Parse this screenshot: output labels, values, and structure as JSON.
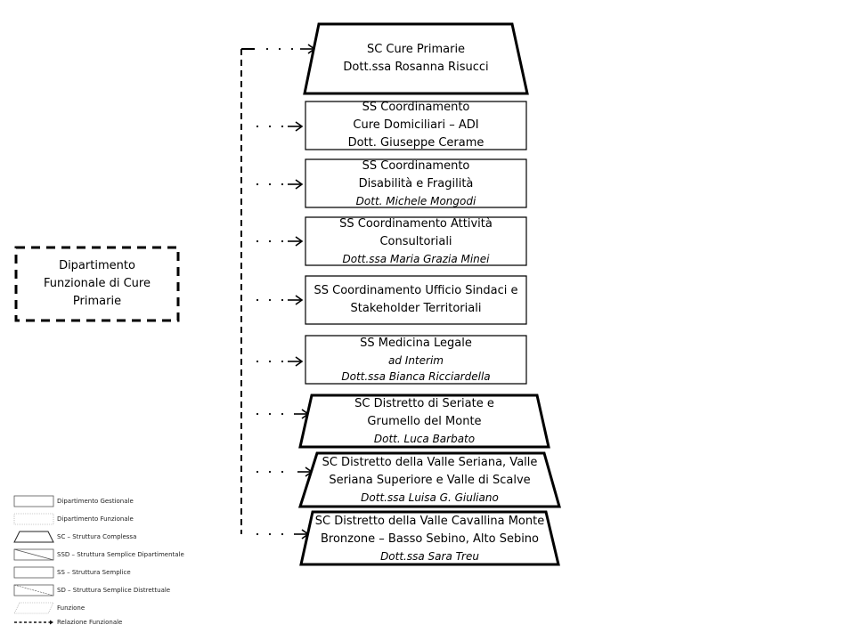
{
  "department": {
    "lines": [
      "Dipartimento",
      "Funzionale di Cure",
      "Primarie"
    ]
  },
  "nodes": [
    {
      "type": "SC",
      "lines": [
        {
          "text": "SC Cure Primarie",
          "italic": false
        },
        {
          "text": "Dott.ssa Rosanna Risucci",
          "italic": false
        }
      ]
    },
    {
      "type": "SS",
      "lines": [
        {
          "text": "SS Coordinamento",
          "italic": false
        },
        {
          "text": "Cure Domiciliari – ADI",
          "italic": false
        },
        {
          "text": "Dott.  Giuseppe Cerame",
          "italic": false
        }
      ]
    },
    {
      "type": "SS",
      "lines": [
        {
          "text": "SS Coordinamento",
          "italic": false
        },
        {
          "text": "Disabilità e Fragilità",
          "italic": false
        },
        {
          "text": "Dott. Michele Mongodi",
          "italic": true
        }
      ]
    },
    {
      "type": "SS",
      "lines": [
        {
          "text": "SS Coordinamento  Attività",
          "italic": false
        },
        {
          "text": "Consultoriali",
          "italic": false
        },
        {
          "text": "Dott.ssa Maria Grazia Minei",
          "italic": true
        }
      ]
    },
    {
      "type": "SS",
      "lines": [
        {
          "text": "SS Coordinamento  Ufficio Sindaci e",
          "italic": false
        },
        {
          "text": "Stakeholder  Territoriali",
          "italic": false
        }
      ]
    },
    {
      "type": "SS",
      "lines": [
        {
          "text": "SS Medicina Legale",
          "italic": false
        },
        {
          "text": "ad Interim",
          "italic": true
        },
        {
          "text": "Dott.ssa  Bianca Ricciardella",
          "italic": true
        }
      ]
    },
    {
      "type": "SC",
      "lines": [
        {
          "text": "SC Distretto di Seriate e",
          "italic": false
        },
        {
          "text": "Grumello del Monte",
          "italic": false
        },
        {
          "text": "Dott. Luca Barbato",
          "italic": true
        }
      ]
    },
    {
      "type": "SC",
      "lines": [
        {
          "text": "SC Distretto della Valle Seriana, Valle",
          "italic": false
        },
        {
          "text": "Seriana Superiore  e Valle di Scalve",
          "italic": false
        },
        {
          "text": "Dott.ssa Luisa G. Giuliano",
          "italic": true
        }
      ]
    },
    {
      "type": "SC",
      "lines": [
        {
          "text": "SC Distretto della Valle Cavallina Monte",
          "italic": false
        },
        {
          "text": "Bronzone  – Basso Sebino, Alto Sebino",
          "italic": false
        },
        {
          "text": "Dott.ssa Sara Treu",
          "italic": true
        }
      ]
    }
  ],
  "legend": [
    {
      "shape": "rect-solid",
      "label": "Dipartimento Gestionale"
    },
    {
      "shape": "rect-dotted",
      "label": "Dipartimento Funzionale"
    },
    {
      "shape": "trapezoid",
      "label": "SC – Struttura Complessa"
    },
    {
      "shape": "rect-diagonal",
      "label": "SSD – Struttura Semplice Dipartimentale"
    },
    {
      "shape": "rect-solid-thin",
      "label": "SS – Struttura Semplice"
    },
    {
      "shape": "rect-diagonal-dashed",
      "label": "SD – Struttura Semplice Distrettuale"
    },
    {
      "shape": "parallelogram",
      "label": "Funzione"
    },
    {
      "shape": "dashed-arrow",
      "label": "Relazione Funzionale"
    }
  ],
  "colors": {
    "stroke": "#000000",
    "background": "#ffffff",
    "legend_stroke": "#555555"
  }
}
